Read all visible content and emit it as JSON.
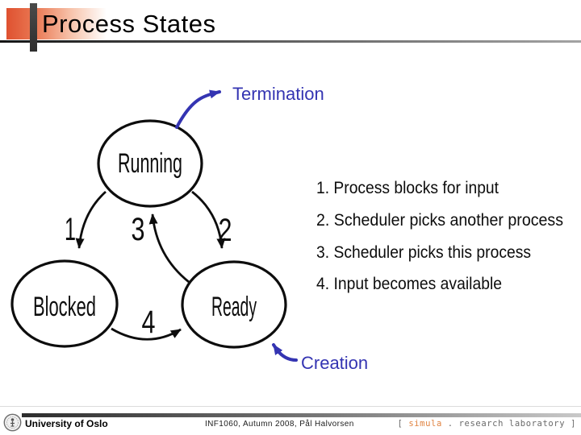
{
  "header": {
    "title": "Process States"
  },
  "diagram": {
    "states": [
      {
        "label": "Running"
      },
      {
        "label": "Blocked"
      },
      {
        "label": "Ready"
      }
    ],
    "transitions": [
      {
        "label": "1",
        "from": "Running",
        "to": "Blocked"
      },
      {
        "label": "2",
        "from": "Running",
        "to": "Ready"
      },
      {
        "label": "3",
        "from": "Ready",
        "to": "Running"
      },
      {
        "label": "4",
        "from": "Blocked",
        "to": "Ready"
      }
    ],
    "annotations": {
      "termination": "Termination",
      "creation": "Creation"
    },
    "legend_items": [
      "1. Process blocks for input",
      "2. Scheduler picks another process",
      "3. Scheduler picks this process",
      "4. Input becomes available"
    ]
  },
  "footer": {
    "institution": "University of Oslo",
    "course_info": "INF1060,  Autumn 2008,  Pål Halvorsen",
    "simula": {
      "bracket_left": "[",
      "brand": "simula",
      "dot": ".",
      "label": "research laboratory",
      "bracket_right": "]"
    }
  },
  "colors": {
    "annotation_blue": "#3434b2",
    "accent_orange": "#df5130",
    "simula_orange": "#e0823f"
  }
}
